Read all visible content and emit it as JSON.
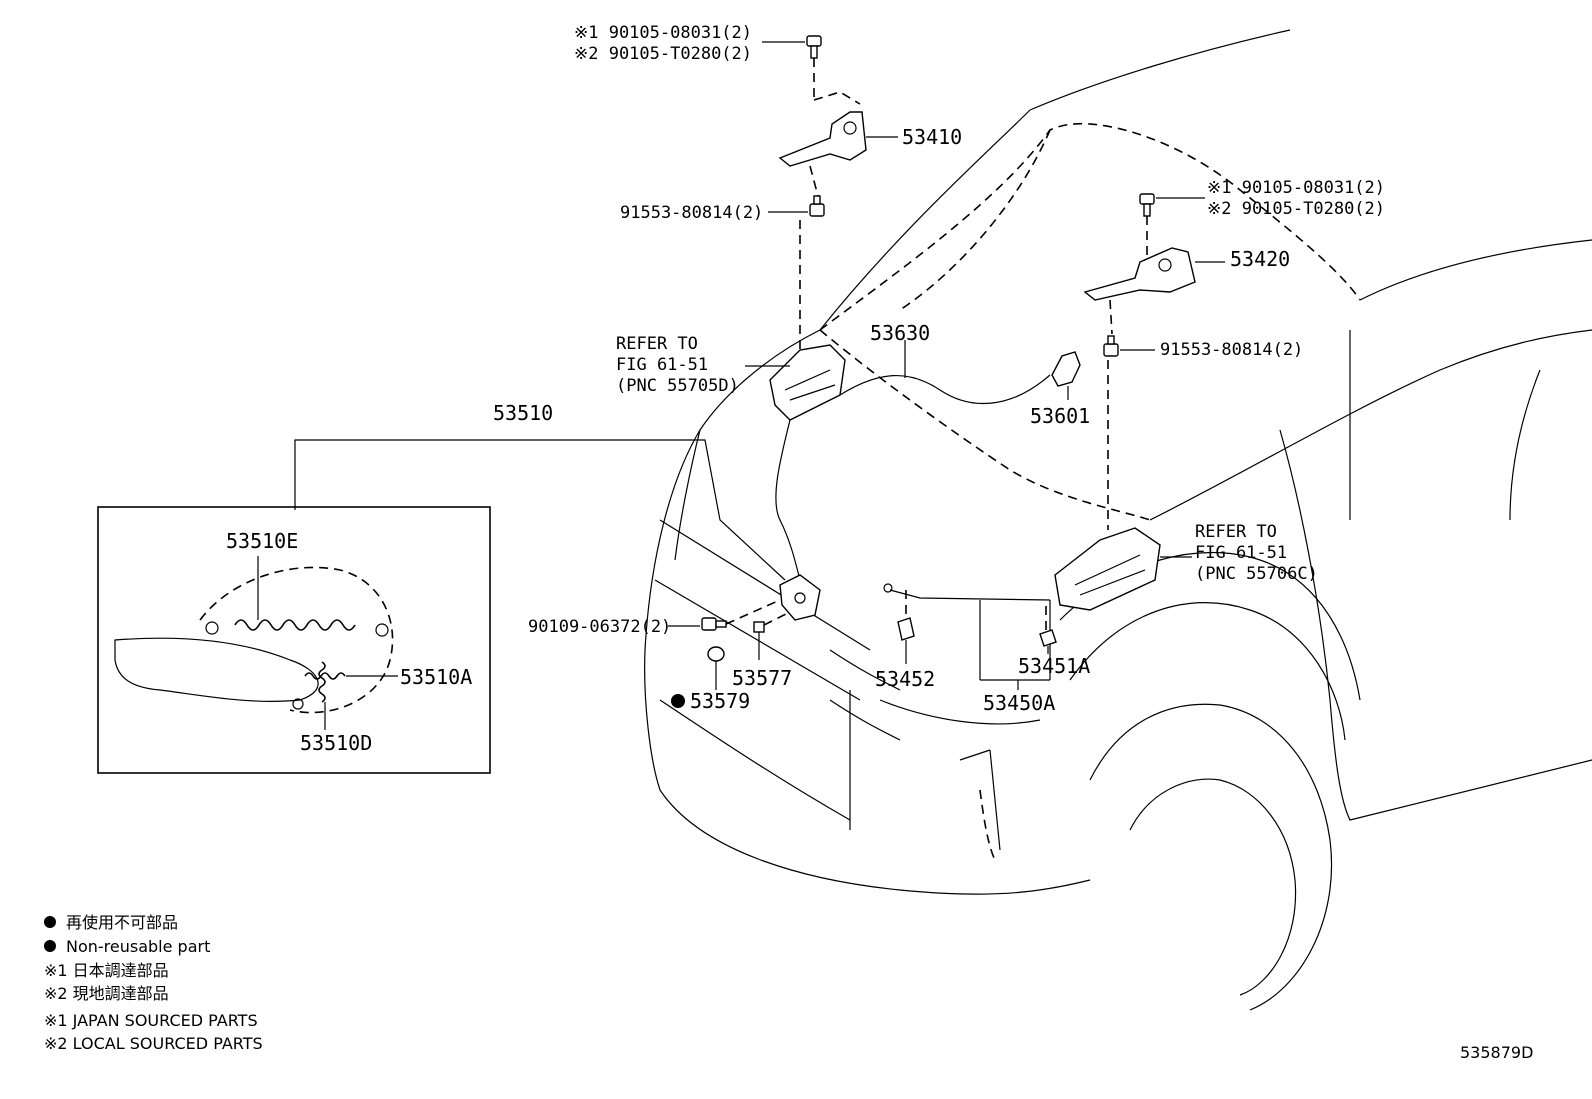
{
  "callouts": {
    "bolt_top_left_1": "※1 90105-08031(2)",
    "bolt_top_left_2": "※2 90105-T0280(2)",
    "hinge_left": "53410",
    "nut_left": "91553-80814(2)",
    "bolt_top_right_1": "※1 90105-08031(2)",
    "bolt_top_right_2": "※2 90105-T0280(2)",
    "hinge_right": "53420",
    "nut_right": "91553-80814(2)",
    "refer_left_1": "REFER TO",
    "refer_left_2": "FIG 61-51",
    "refer_left_3": "(PNC 55705D)",
    "cable": "53630",
    "handle": "53601",
    "lock_assembly": "53510",
    "refer_right_1": "REFER TO",
    "refer_right_2": "FIG 61-51",
    "refer_right_3": "(PNC 55706C)",
    "lock_spring_e": "53510E",
    "lock_spring_a": "53510A",
    "lock_spring_d": "53510D",
    "bolt_lock": "90109-06372(2)",
    "clip_53577": "53577",
    "pad_53579": "53579",
    "support_53452": "53452",
    "clip_53451a": "53451A",
    "rod_53450a": "53450A"
  },
  "legend": {
    "nonreusable_jp": "再使用不可部品",
    "nonreusable_en": "Non-reusable part",
    "note1_jp": "※1 日本調達部品",
    "note2_jp": "※2 現地調達部品",
    "note1_en": "※1 JAPAN SOURCED PARTS",
    "note2_en": "※2 LOCAL SOURCED PARTS"
  },
  "diagram_id": "535879D"
}
